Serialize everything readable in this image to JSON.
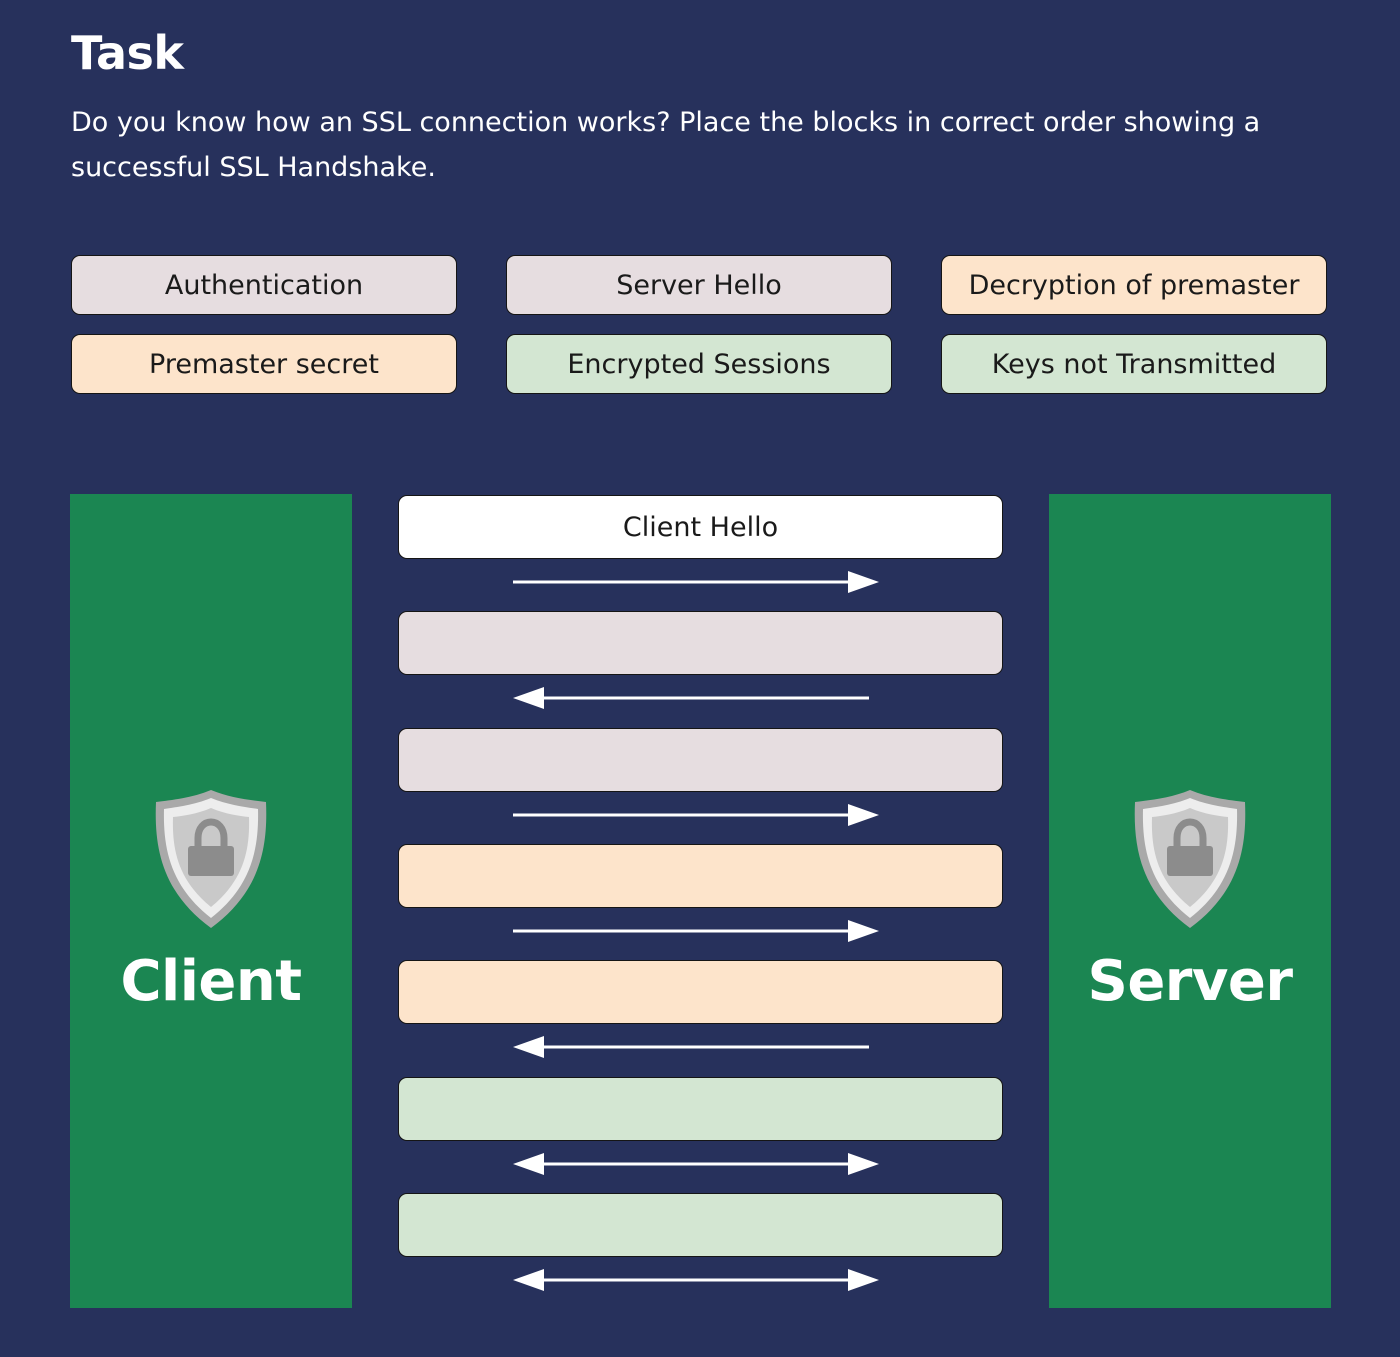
{
  "task": {
    "title": "Task",
    "description": "Do you know how an SSL connection works? Place the blocks in correct order showing a successful SSL Handshake."
  },
  "blocks": [
    {
      "label": "Authentication",
      "color": "#e6dde0"
    },
    {
      "label": "Server Hello",
      "color": "#e6dde0"
    },
    {
      "label": "Decryption of premaster",
      "color": "#fde4cb"
    },
    {
      "label": "Premaster secret",
      "color": "#fde4cb"
    },
    {
      "label": "Encrypted Sessions",
      "color": "#d3e6d2"
    },
    {
      "label": "Keys not Transmitted",
      "color": "#d3e6d2"
    }
  ],
  "client": {
    "label": "Client",
    "icon": "shield-lock-icon"
  },
  "server": {
    "label": "Server",
    "icon": "shield-lock-icon"
  },
  "sequence": [
    {
      "label": "Client Hello",
      "color": "#ffffff",
      "direction": "right"
    },
    {
      "label": "",
      "color": "#e6dde0",
      "direction": "left"
    },
    {
      "label": "",
      "color": "#e6dde0",
      "direction": "right"
    },
    {
      "label": "",
      "color": "#fde4cb",
      "direction": "right"
    },
    {
      "label": "",
      "color": "#fde4cb",
      "direction": "left"
    },
    {
      "label": "",
      "color": "#d3e6d2",
      "direction": "both"
    },
    {
      "label": "",
      "color": "#d3e6d2",
      "direction": "both"
    }
  ],
  "colors": {
    "background": "#27315c",
    "party": "#1b8652",
    "gray_block": "#e6dde0",
    "peach_block": "#fde4cb",
    "green_block": "#d3e6d2"
  }
}
